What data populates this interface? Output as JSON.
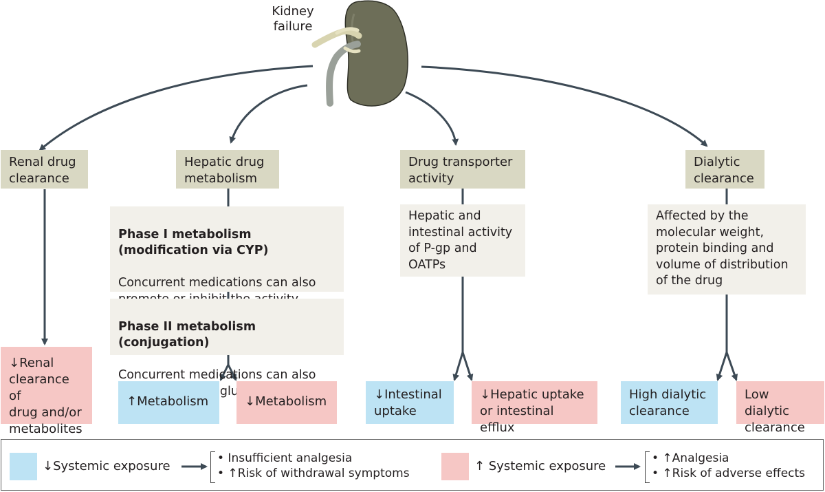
{
  "kidney": {
    "label": "Kidney\nfailure"
  },
  "columns": {
    "renal": {
      "header": "Renal drug\nclearance",
      "outcome": "↓Renal\nclearance of\ndrug and/or\nmetabolites"
    },
    "hepatic": {
      "header": "Hepatic drug\nmetabolism",
      "phase1_title": "Phase I metabolism\n(modification via CYP)",
      "phase1_text": "Concurrent medications can also\npromote or inhibit the activity\nof CYP enzymes",
      "phase2_title": "Phase II metabolism (conjugation)",
      "phase2_text": "Concurrent medications can also\ninduce or inhibit glucuronidation",
      "outcome_up": "↑Metabolism",
      "outcome_down": "↓Metabolism"
    },
    "transporter": {
      "header": "Drug transporter\nactivity",
      "description": "Hepatic and\nintestinal activity\nof P-gp and\nOATPs",
      "outcome_down": "↓Intestinal\nuptake",
      "outcome_other": "↓Hepatic uptake\nor intestinal efflux"
    },
    "dialytic": {
      "header": "Dialytic\nclearance",
      "description": "Affected by the\nmolecular weight,\nprotein binding and\nvolume of distribution\nof the drug",
      "outcome_high": "High dialytic\nclearance",
      "outcome_low": "Low dialytic\nclearance"
    }
  },
  "legend": {
    "decreased_label": "↓Systemic exposure",
    "decreased_effects": "• Insufficient analgesia\n• ↑Risk of withdrawal symptoms",
    "increased_label": "↑ Systemic exposure",
    "increased_effects": "• ↑Analgesia\n• ↑Risk of adverse effects"
  },
  "colors": {
    "blue_box": "#bde3f4",
    "pink_box": "#f6c7c5",
    "header_box": "#d9d8c3",
    "desc_box": "#f2f0ea",
    "arrow": "#3d4a55",
    "kidney": "#6d6e58"
  }
}
